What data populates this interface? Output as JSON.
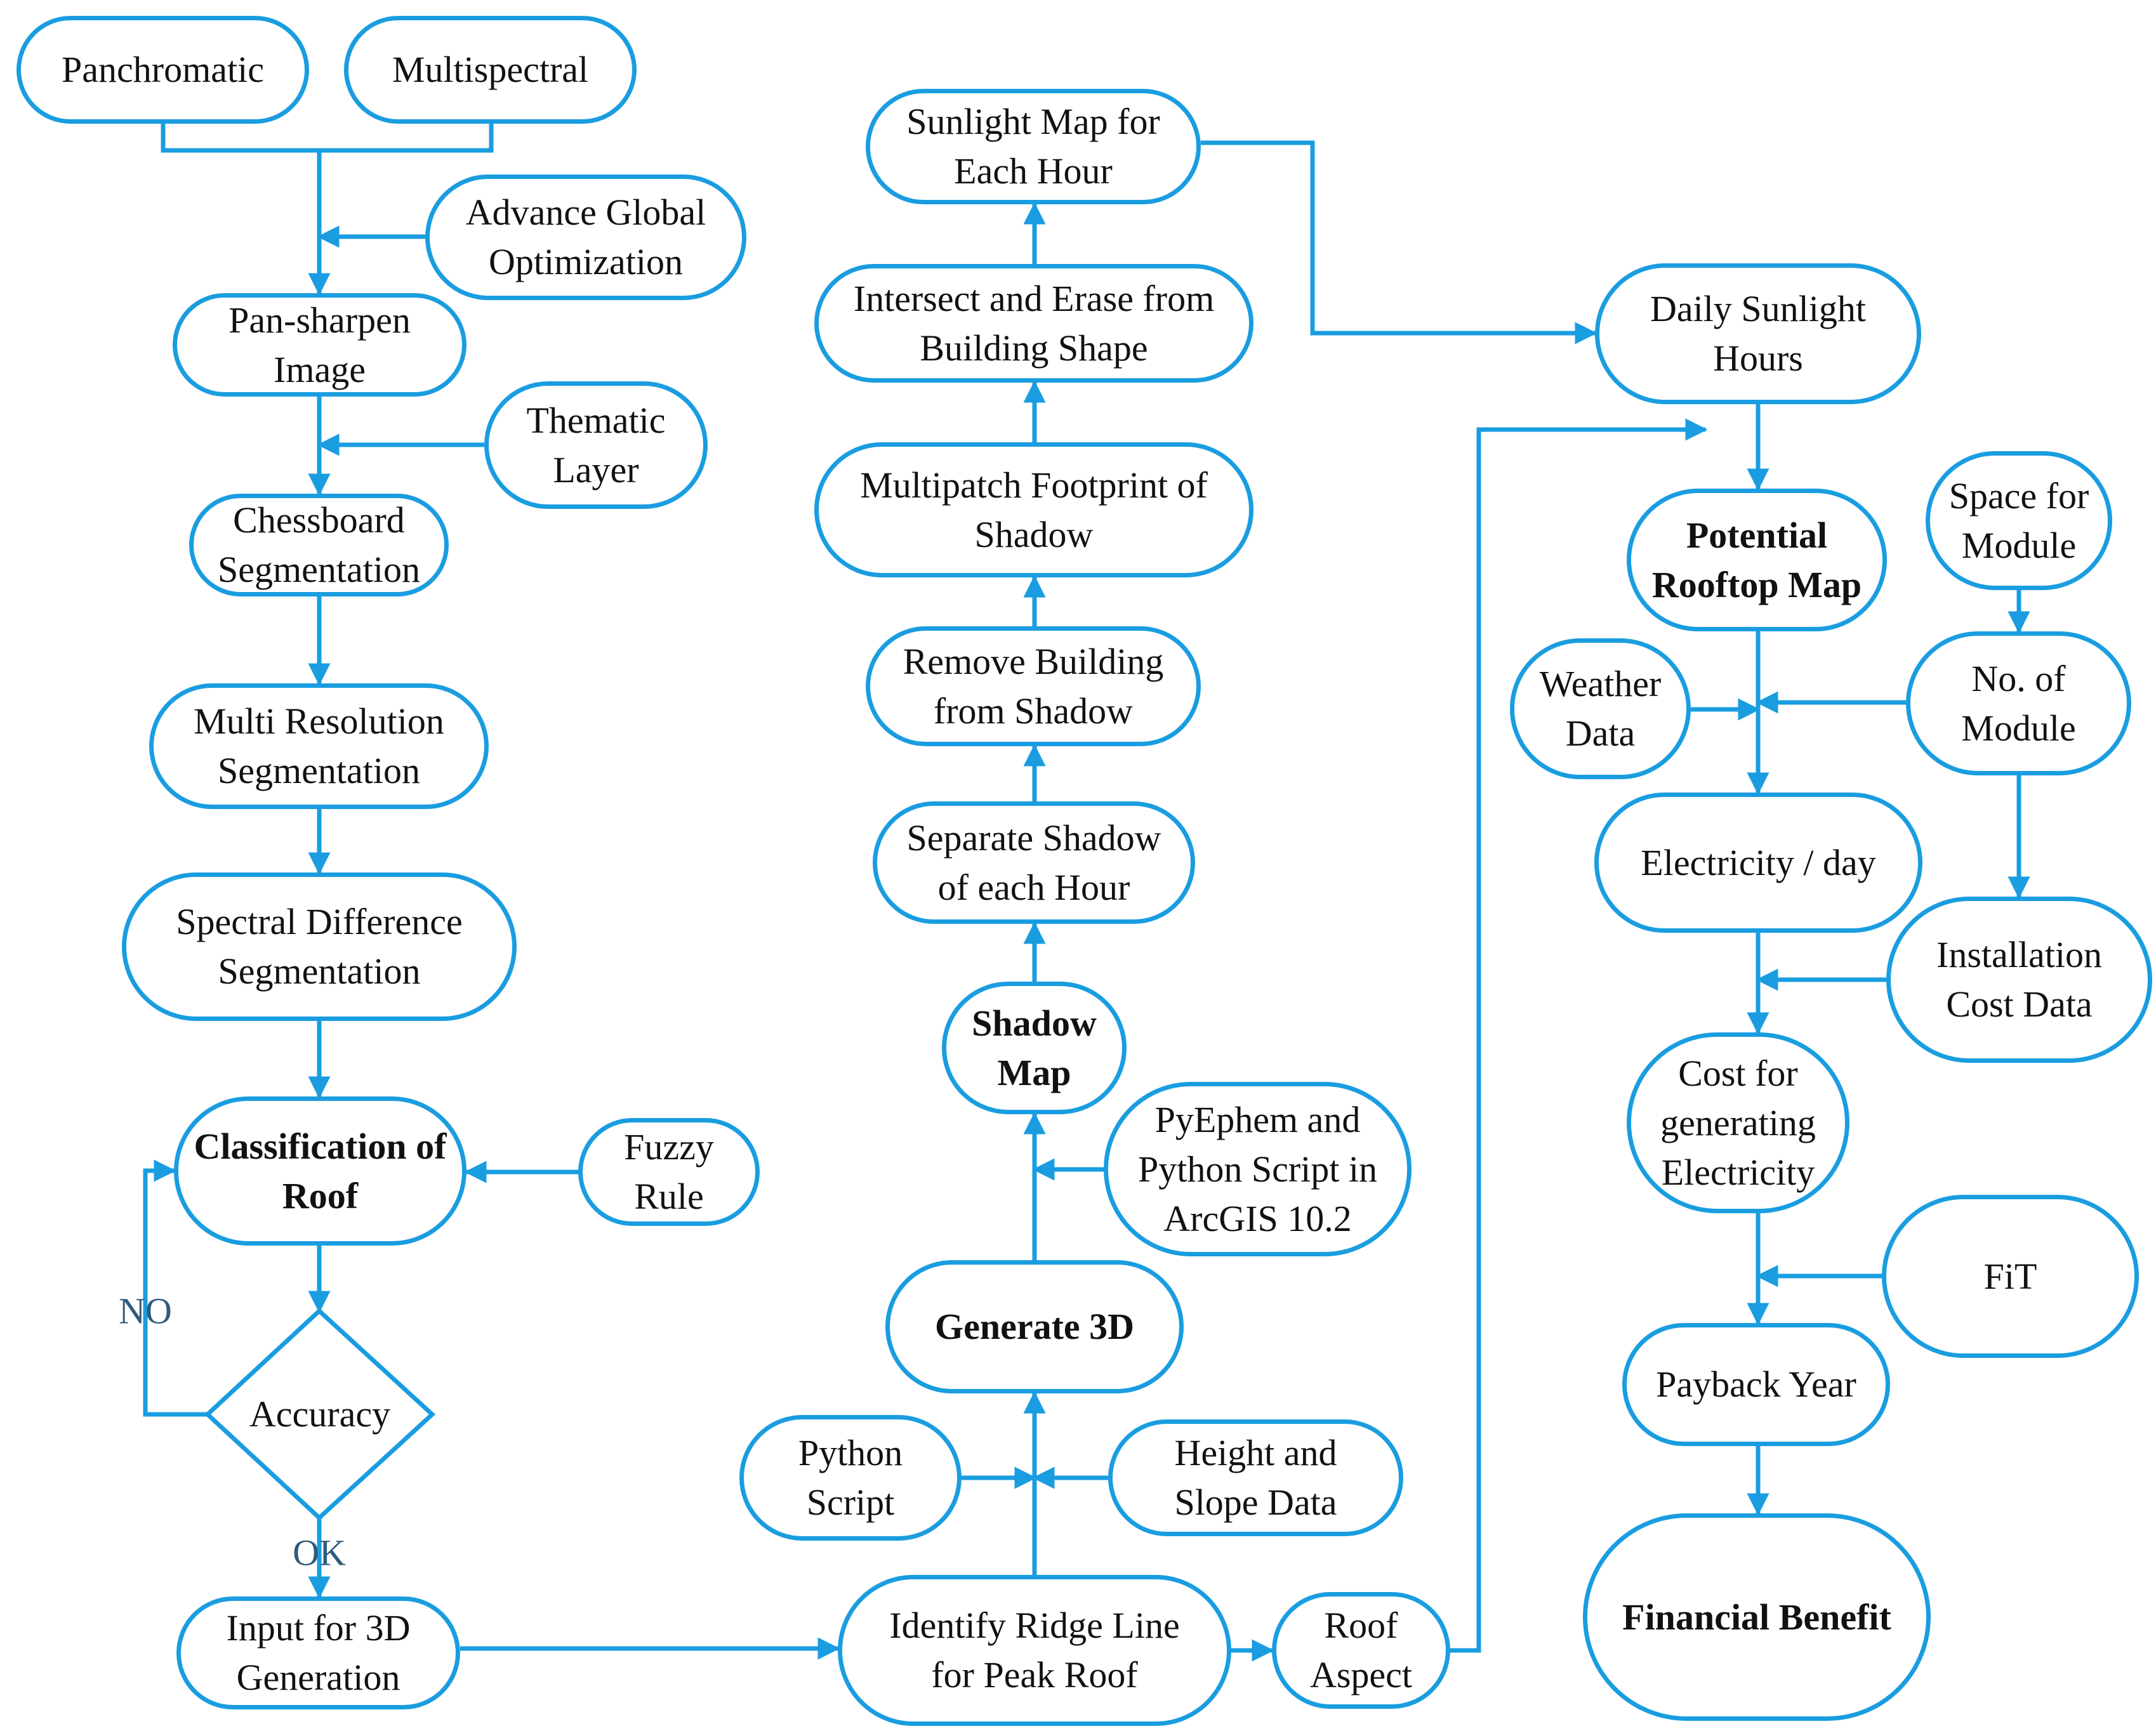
{
  "colors": {
    "line": "#1a9de0",
    "text": "#111111",
    "label": "#2d5b7c"
  },
  "nodes": {
    "panchromatic": "Panchromatic",
    "multispectral": "Multispectral",
    "advance_global": "Advance Global\nOptimization",
    "pan_sharpen": "Pan-sharpen\nImage",
    "thematic": "Thematic\nLayer",
    "chessboard": "Chessboard\nSegmentation",
    "multires": "Multi Resolution\nSegmentation",
    "spectral": "Spectral Difference\nSegmentation",
    "classification": "Classification of\nRoof",
    "fuzzy": "Fuzzy\nRule",
    "accuracy": "Accuracy",
    "input3d": "Input for 3D\nGeneration",
    "sunlight_map": "Sunlight Map for\nEach Hour",
    "intersect": "Intersect and Erase from\nBuilding Shape",
    "multipatch": "Multipatch Footprint of\nShadow",
    "remove_building": "Remove Building\nfrom Shadow",
    "separate_shadow": "Separate Shadow\nof each Hour",
    "shadow_map": "Shadow\nMap",
    "pyephem": "PyEphem and\nPython Script in\nArcGIS 10.2",
    "generate3d": "Generate 3D",
    "python_script": "Python\nScript",
    "height_slope": "Height and\nSlope Data",
    "ridge_line": "Identify Ridge Line\nfor Peak Roof",
    "roof_aspect": "Roof\nAspect",
    "daily_sunlight": "Daily Sunlight\nHours",
    "potential_rooftop": "Potential\nRooftop Map",
    "space_module": "Space for\nModule",
    "weather": "Weather\nData",
    "no_module": "No. of\nModule",
    "electricity_day": "Electricity / day",
    "installation_cost": "Installation\nCost Data",
    "cost_generating": "Cost for\ngenerating\nElectricity",
    "fit": "FiT",
    "payback": "Payback Year",
    "financial": "Financial Benefit"
  },
  "labels": {
    "no": "NO",
    "ok": "OK"
  }
}
